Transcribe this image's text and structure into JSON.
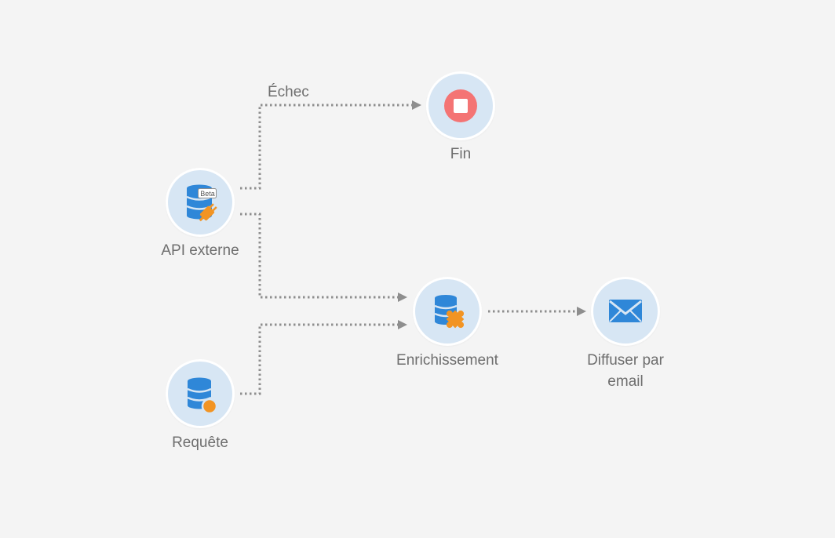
{
  "workflow": {
    "nodes": {
      "api": {
        "label": "API externe",
        "badge": "Beta",
        "icon": "database-plug-icon"
      },
      "end": {
        "label": "Fin",
        "icon": "stop-icon",
        "color": "#f47474"
      },
      "enrichment": {
        "label": "Enrichissement",
        "icon": "database-puzzle-icon"
      },
      "email": {
        "label": "Diffuser par email",
        "icon": "envelope-icon"
      },
      "query": {
        "label": "Requête",
        "icon": "database-dot-icon"
      }
    },
    "edges": {
      "failure_label": "Échec"
    }
  },
  "colors": {
    "node_fill": "#d7e6f4",
    "icon_blue": "#2f87d8",
    "icon_orange": "#f29423",
    "stop_red": "#f47474",
    "connector": "#8e8e8e",
    "label_gray": "#6e6e6e",
    "background": "#f4f4f4"
  }
}
